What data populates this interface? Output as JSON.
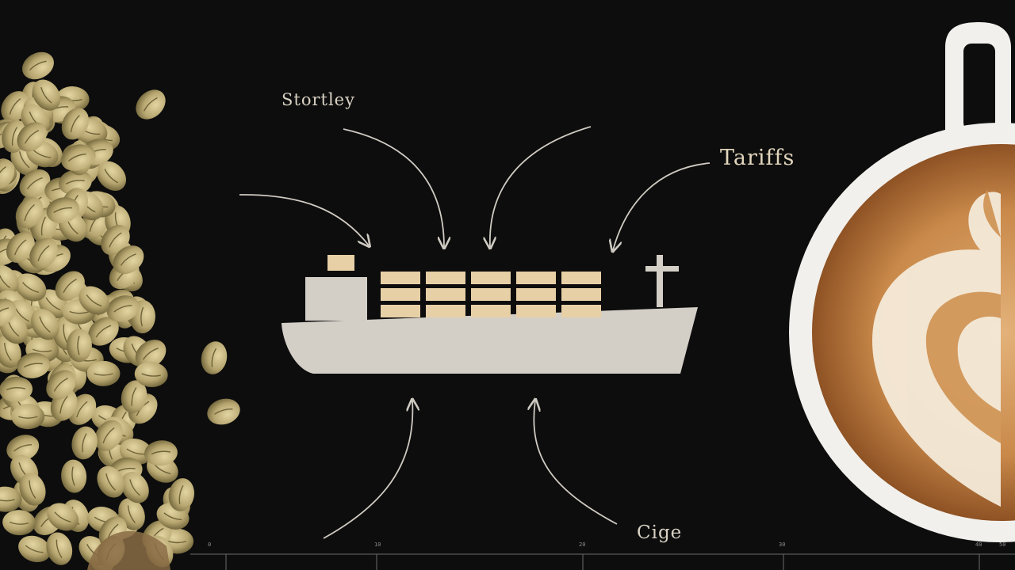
{
  "labels": {
    "top_left": "Stortley",
    "top_right": "Tariffs",
    "bottom": "Cige"
  },
  "axis_ticks": [
    "0",
    "10",
    "20",
    "30",
    "40",
    "50"
  ],
  "colors": {
    "background": "#0d0d0d",
    "ship": "#d3cec6",
    "containers": "#e7cfa6",
    "arrow": "#cfcac2",
    "latte_crema": "#c8894a",
    "cup": "#f2f0ec"
  },
  "icons": [
    "cargo-ship-icon",
    "coffee-cup-icon",
    "coffee-beans-image"
  ]
}
